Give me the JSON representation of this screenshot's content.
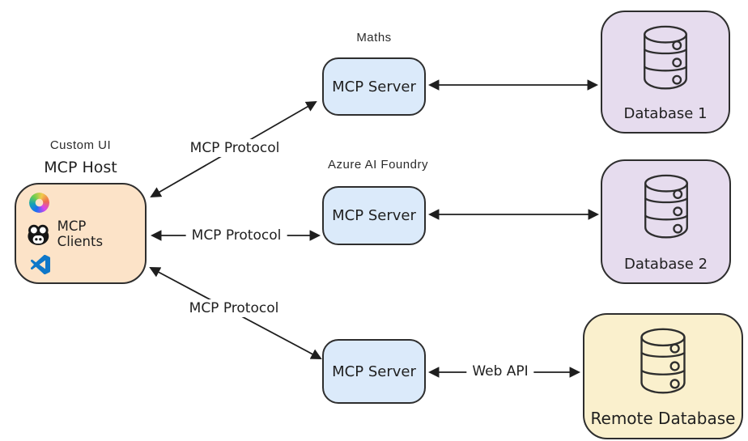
{
  "diagram": {
    "host": {
      "caption": "Custom UI",
      "title": "MCP Host",
      "clients_label": "MCP Clients",
      "icons": [
        "copilot-icon",
        "bot-icon",
        "vscode-icon"
      ]
    },
    "servers": [
      {
        "caption": "Maths",
        "title": "MCP Server"
      },
      {
        "caption": "Azure AI Foundry",
        "title": "MCP Server"
      },
      {
        "caption": "",
        "title": "MCP Server"
      }
    ],
    "databases": [
      {
        "title": "Database 1"
      },
      {
        "title": "Database 2"
      },
      {
        "title": "Remote Database"
      }
    ],
    "connections": [
      {
        "from": "mcp-host",
        "to": "maths-mcp-server",
        "label": "MCP Protocol",
        "arrows": "both"
      },
      {
        "from": "mcp-host",
        "to": "azure-mcp-server",
        "label": "MCP Protocol",
        "arrows": "both"
      },
      {
        "from": "mcp-host",
        "to": "bottom-mcp-server",
        "label": "MCP Protocol",
        "arrows": "both"
      },
      {
        "from": "maths-mcp-server",
        "to": "database-1",
        "label": "",
        "arrows": "both"
      },
      {
        "from": "azure-mcp-server",
        "to": "database-2",
        "label": "",
        "arrows": "both"
      },
      {
        "from": "bottom-mcp-server",
        "to": "remote-database",
        "label": "Web API",
        "arrows": "both"
      }
    ],
    "colors": {
      "host_fill": "#fce3c8",
      "server_fill": "#dbeafa",
      "database_fill": "#e6dcee",
      "remote_database_fill": "#faf0cd",
      "stroke": "#2e2e2e",
      "vscode_blue": "#0e77c9",
      "bot_black": "#161616"
    }
  }
}
